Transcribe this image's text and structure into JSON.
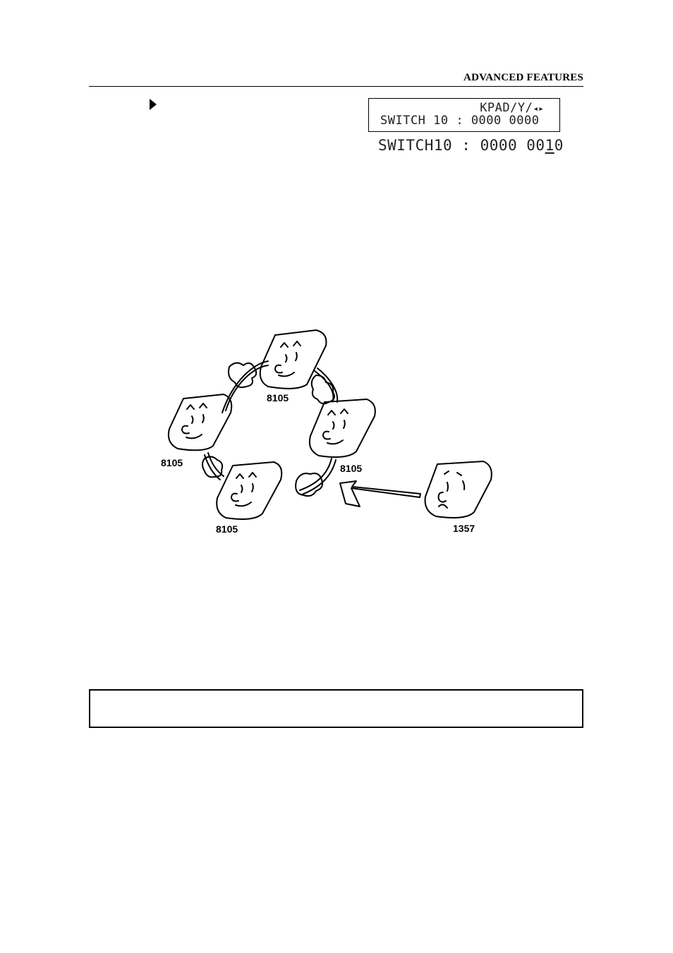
{
  "header": {
    "title": "ADVANCED FEATURES"
  },
  "lcd_panel": {
    "line1": "KPAD/Y/",
    "line1_arrows": "◂▸",
    "line2": "SWITCH 10 : 0000 0000"
  },
  "lcd_display": {
    "prefix": "SWITCH10 : 0000 00",
    "cursor_digit": "1",
    "suffix": "0"
  },
  "illustration": {
    "labels": {
      "top": "8105",
      "left": "8105",
      "right": "8105",
      "bottom": "8105",
      "outsider": "1357"
    }
  },
  "note_box": {
    "text": ""
  }
}
